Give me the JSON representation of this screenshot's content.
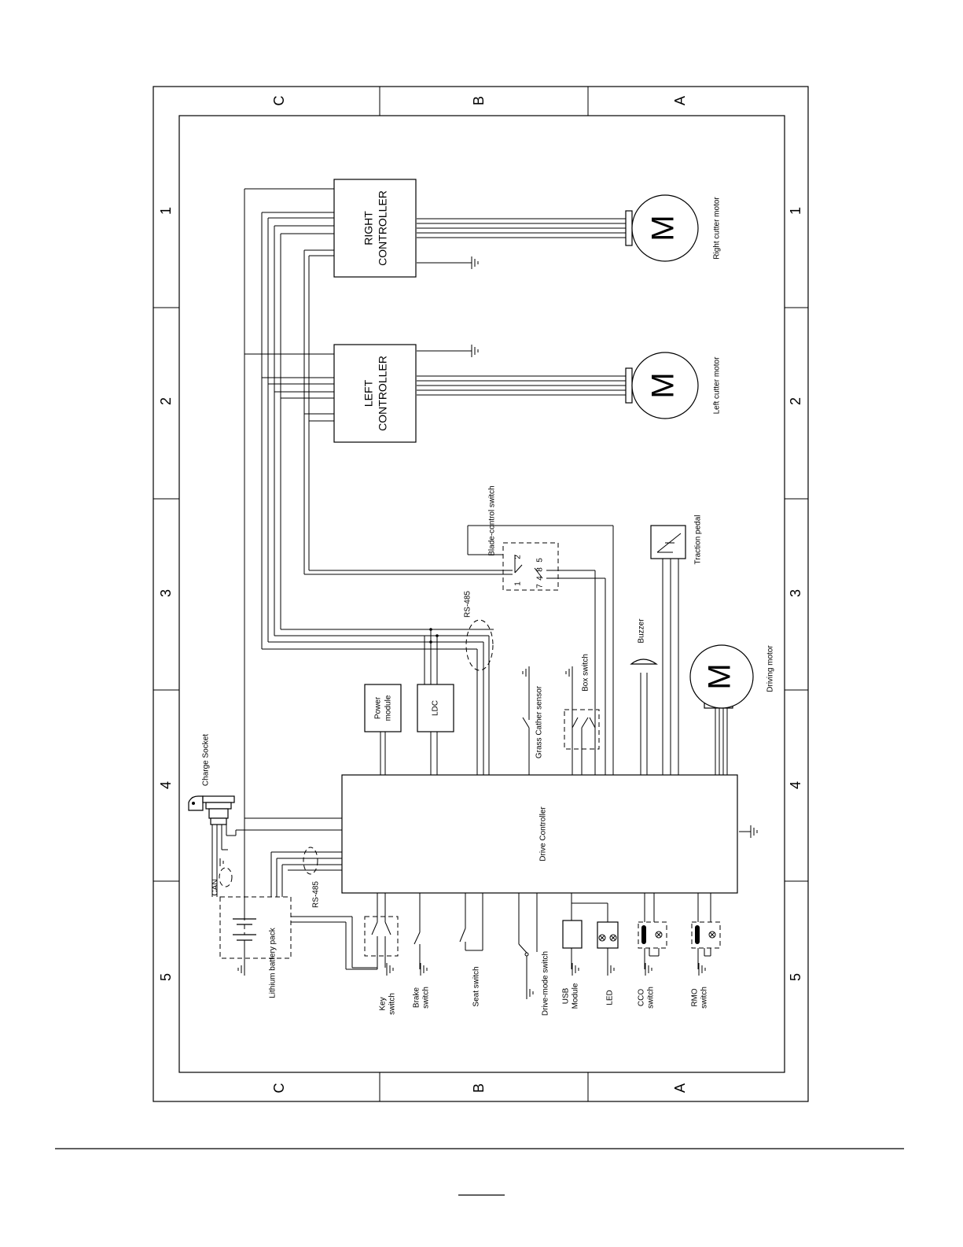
{
  "zones": {
    "letters": [
      "C",
      "B",
      "A"
    ],
    "numbers": [
      "1",
      "2",
      "3",
      "4",
      "5"
    ]
  },
  "components": {
    "right_controller": [
      "RIGHT",
      "CONTROLLER"
    ],
    "left_controller": [
      "LEFT",
      "CONTROLLER"
    ],
    "motor_symbol": "M",
    "right_cutter_motor": "Right cutter motor",
    "left_cutter_motor": "Left cutter motor",
    "driving_motor": "Driving motor",
    "blade_control_switch": "Blade-control switch",
    "blade_pins": [
      "2",
      "1",
      "7",
      "4",
      "8",
      "5"
    ],
    "traction_pedal": "Traction pedal",
    "buzzer": "Buzzer",
    "box_switch": "Box switch",
    "grass_catcher_sensor": "Grass Cather sensor",
    "rs485": "RS-485",
    "power_module": [
      "Power",
      "module"
    ],
    "ldc": "LDC",
    "drive_controller": "Drive Controller",
    "charge_socket": "Charge Socket",
    "can": "CAN",
    "lithium_battery_pack": "Lithium battery pack",
    "key_switch": [
      "Key",
      "switch"
    ],
    "brake_switch": [
      "Brake",
      "switch"
    ],
    "seat_switch": "Seat switch",
    "drive_mode_switch": "Drive-mode switch",
    "usb_module": [
      "USB",
      "Module"
    ],
    "led": "LED",
    "cco_switch": [
      "CCO",
      "switch"
    ],
    "rmo_switch": [
      "RMO",
      "switch"
    ]
  },
  "footer": {
    "page_number": ""
  }
}
